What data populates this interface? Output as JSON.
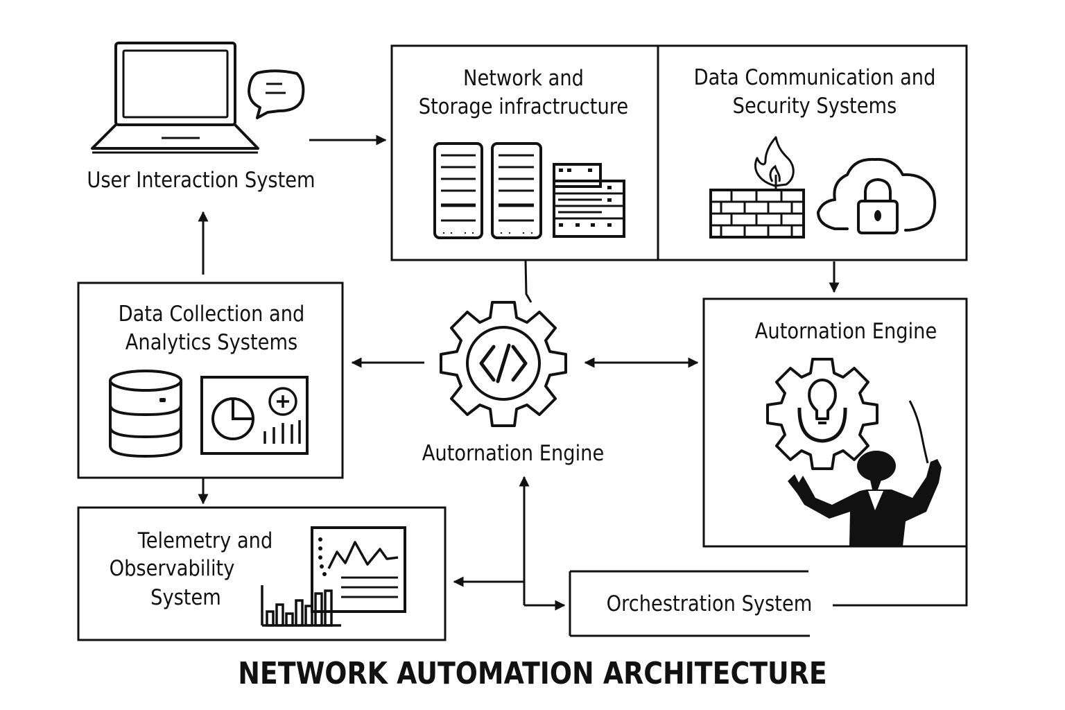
{
  "title": "NETWORK AUTOMATION ARCHITECTURE",
  "nodes": {
    "user_interaction": {
      "label": "User Interaction System",
      "icons": [
        "laptop-icon",
        "chat-bubble-icon"
      ]
    },
    "network_storage": {
      "label_line1": "Network and",
      "label_line2": "Storage infractructure",
      "icons": [
        "server-tower-icon",
        "server-tower-icon",
        "server-rack-icon"
      ]
    },
    "data_comm_security": {
      "label_line1": "Data Communication and",
      "label_line2": "Security Systems",
      "icons": [
        "firewall-icon",
        "cloud-lock-icon"
      ]
    },
    "data_collection": {
      "label_line1": "Data Collection and",
      "label_line2": "Analytics Systems",
      "icons": [
        "database-icon",
        "analytics-dashboard-icon"
      ]
    },
    "automation_engine_center": {
      "label": "Autornation Engine",
      "icons": [
        "code-gear-icon"
      ]
    },
    "automation_engine_right": {
      "label": "Autornation Engine",
      "icons": [
        "lightbulb-gear-icon",
        "conductor-icon"
      ]
    },
    "telemetry": {
      "label_line1": "Telemetry and",
      "label_line2": "Observability",
      "label_line3": "System",
      "icons": [
        "line-chart-icon",
        "bar-chart-icon"
      ]
    },
    "orchestration": {
      "label": "Orchestration System"
    }
  },
  "colors": {
    "ink": "#111111",
    "background": "#ffffff"
  }
}
